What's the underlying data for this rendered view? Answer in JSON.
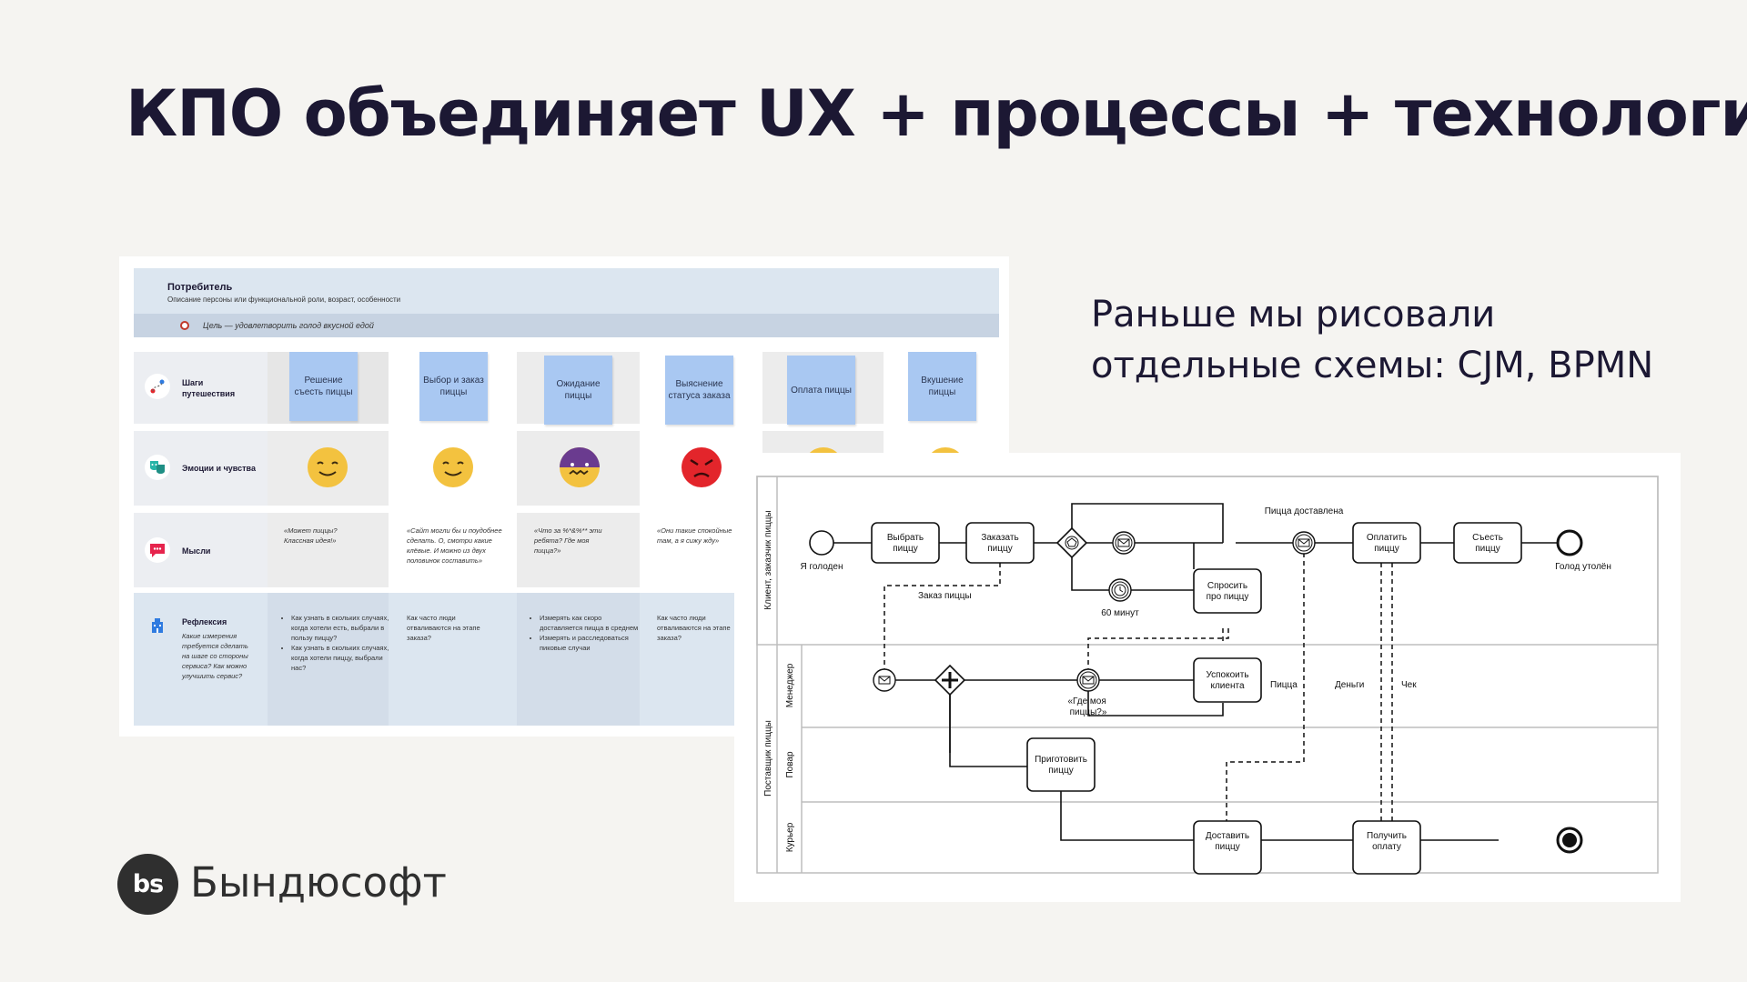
{
  "title": "КПО объединяет UX + процессы + технологии",
  "side_text": [
    "Раньше мы рисовали",
    "отдельные схемы: CJM, BPMN"
  ],
  "logo": {
    "mark": "bs",
    "name": "Бындюсофт"
  },
  "cjm": {
    "persona_title": "Потребитель",
    "persona_subtitle": "Описание персоны или функциональной роли, возраст, особенности",
    "goal": "Цель — удовлетворить голод вкусной едой",
    "rows": {
      "steps": {
        "label": "Шаги путешествия",
        "icon": "map-route-icon"
      },
      "emotions": {
        "label": "Эмоции и чувства",
        "icon": "theater-masks-icon"
      },
      "thoughts": {
        "label": "Мысли",
        "icon": "speech-bubble-icon"
      },
      "reflection": {
        "label": "Рефлексия",
        "icon": "building-icon",
        "description": "Какие измерения требуется сделать на шаге со стороны сервиса? Как можно улучшить сервис?"
      }
    },
    "steps": [
      "Решение съесть пиццы",
      "Выбор и заказ пиццы",
      "Ожидание пиццы",
      "Выяснение статуса заказа",
      "Оплата пиццы",
      "Вкушение пиццы"
    ],
    "emotions": [
      "smiling-face-icon",
      "smiling-face-icon",
      "worried-face-icon",
      "angry-face-icon",
      "smiling-face-icon",
      "smiling-face-icon"
    ],
    "emotion_colors": {
      "happy": "#f3c23f",
      "worried": "#f3c23f",
      "worried_top": "#6a3b8f",
      "angry": "#e3252b"
    },
    "thoughts": [
      "«Может пиццы? Классная идея!»",
      "«Сайт могли бы и поудобнее сделать. О, смотри какие клёвые. И можно из двух половинок составить»",
      "«Что за %*&%** эти ребята? Где моя пицца?»",
      "«Они такие спокойные там, а я сижу жду»"
    ],
    "reflections": {
      "col1": [
        "Как узнать в скольких случаях, когда хотели есть, выбрали в пользу пиццу?",
        "Как узнать в скольких случаях, когда хотели пиццу, выбрали нас?"
      ],
      "col2": "Как часто люди отваливаются на этапе заказа?",
      "col3": [
        "Измерять как скоро доставляется пицца в среднем",
        "Измерять и расследоваться пиковые случаи"
      ],
      "col4": "Как часто люди отваливаются на этапе заказа?"
    }
  },
  "bpmn": {
    "pools": {
      "client": "Клиент, заказчик пиццы",
      "supplier": "Поставщик пиццы"
    },
    "lanes": {
      "manager": "Менеджер",
      "cook": "Повар",
      "courier": "Курьер"
    },
    "events": {
      "start": "Я голоден",
      "end": "Голод утолён",
      "timer": "60 минут",
      "pizza_delivered": "Пицца доставлена",
      "where_pizza": [
        "«Где моя",
        "пиццы?»"
      ]
    },
    "tasks": {
      "choose": [
        "Выбрать",
        "пиццу"
      ],
      "order": [
        "Заказать",
        "пиццу"
      ],
      "ask": [
        "Спросить",
        "про пиццу"
      ],
      "pay": [
        "Оплатить",
        "пиццу"
      ],
      "eat": [
        "Съесть",
        "пиццу"
      ],
      "calm": [
        "Успокоить",
        "клиента"
      ],
      "cook": [
        "Приготовить",
        "пиццу"
      ],
      "deliver": [
        "Доставить",
        "пиццу"
      ],
      "receive": [
        "Получить",
        "оплату"
      ]
    },
    "flows": {
      "order_msg": "Заказ пиццы",
      "pizza": "Пицца",
      "money": "Деньги",
      "receipt": "Чек"
    }
  }
}
